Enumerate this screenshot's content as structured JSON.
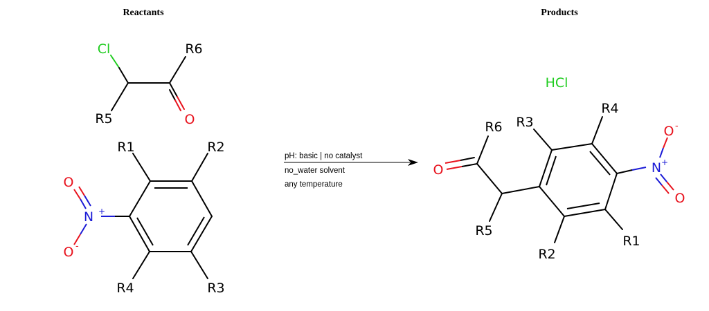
{
  "headings": {
    "reactants": "Reactants",
    "products": "Products"
  },
  "colors": {
    "carbon": "#000000",
    "oxygen": "#e8121d",
    "nitrogen": "#1b1bd6",
    "chlorine": "#1fcc1f"
  },
  "reactant_1": {
    "chlorine": "Cl",
    "group_r5": "R5",
    "group_r6": "R6",
    "oxygen": "O"
  },
  "reactant_2": {
    "group_r1": "R1",
    "group_r2": "R2",
    "group_r3": "R3",
    "group_r4": "R4",
    "nitro_n": "N",
    "nitro_n_charge": "+",
    "nitro_o_double": "O",
    "nitro_o_single": "O",
    "nitro_o_charge": "-"
  },
  "conditions": [
    "pH: basic | no catalyst",
    "no_water solvent",
    "any temperature"
  ],
  "byproduct": "HCl",
  "product": {
    "group_r1": "R1",
    "group_r2": "R2",
    "group_r3": "R3",
    "group_r4": "R4",
    "group_r5": "R5",
    "group_r6": "R6",
    "oxygen": "O",
    "nitro_n": "N",
    "nitro_n_charge": "+",
    "nitro_o_top": "O",
    "nitro_o_top_charge": "-",
    "nitro_o_bottom": "O"
  }
}
